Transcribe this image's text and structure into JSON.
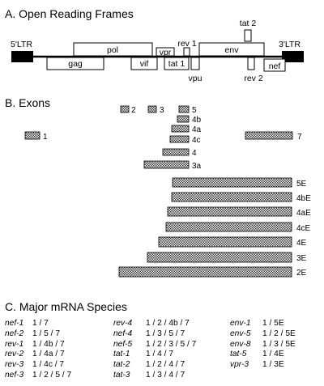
{
  "sections": {
    "a_title": "A.  Open Reading Frames",
    "b_title": "B.  Exons",
    "c_title": "C.  Major mRNA Species"
  },
  "orf_labels": {
    "ltr5": "5'LTR",
    "ltr3": "3'LTR",
    "gag": "gag",
    "pol": "pol",
    "vif": "vif",
    "vpr": "vpr",
    "rev1": "rev 1",
    "tat1": "tat 1",
    "tat2": "tat 2",
    "env": "env",
    "vpu": "vpu",
    "rev2": "rev 2",
    "nef": "nef"
  },
  "exons": {
    "e1": "1",
    "e2": "2",
    "e3": "3",
    "e5": "5",
    "e4b": "4b",
    "e4a": "4a",
    "e4c": "4c",
    "e4": "4",
    "e3a": "3a",
    "e7": "7",
    "e5E": "5E",
    "e4bE": "4bE",
    "e4aE": "4aE",
    "e4cE": "4cE",
    "e4E": "4E",
    "e3E": "3E",
    "e2E": "2E"
  },
  "mrna_columns": [
    [
      {
        "species": "nef-1",
        "exons": "1 / 7"
      },
      {
        "species": "nef-2",
        "exons": "1 / 5 / 7"
      },
      {
        "species": "rev-1",
        "exons": "1 / 4b / 7"
      },
      {
        "species": "rev-2",
        "exons": "1 / 4a / 7"
      },
      {
        "species": "rev-3",
        "exons": "1 / 4c / 7"
      },
      {
        "species": "nef-3",
        "exons": "1 / 2 / 5 / 7"
      }
    ],
    [
      {
        "species": "rev-4",
        "exons": "1 / 2 / 4b / 7"
      },
      {
        "species": "nef-4",
        "exons": "1 / 3 / 5 / 7"
      },
      {
        "species": "nef-5",
        "exons": "1 / 2 / 3 / 5 / 7"
      },
      {
        "species": "tat-1",
        "exons": "1 / 4 / 7"
      },
      {
        "species": "tat-2",
        "exons": "1 / 2 / 4 / 7"
      },
      {
        "species": "tat-3",
        "exons": "1 / 3 / 4 / 7"
      }
    ],
    [
      {
        "species": "env-1",
        "exons": "1 / 5E"
      },
      {
        "species": "env-5",
        "exons": "1 / 2 / 5E"
      },
      {
        "species": "env-8",
        "exons": "1 / 3 / 5E"
      },
      {
        "species": "tat-5",
        "exons": "1 / 4E"
      },
      {
        "species": "vpr-3",
        "exons": "1 / 3E"
      }
    ]
  ]
}
